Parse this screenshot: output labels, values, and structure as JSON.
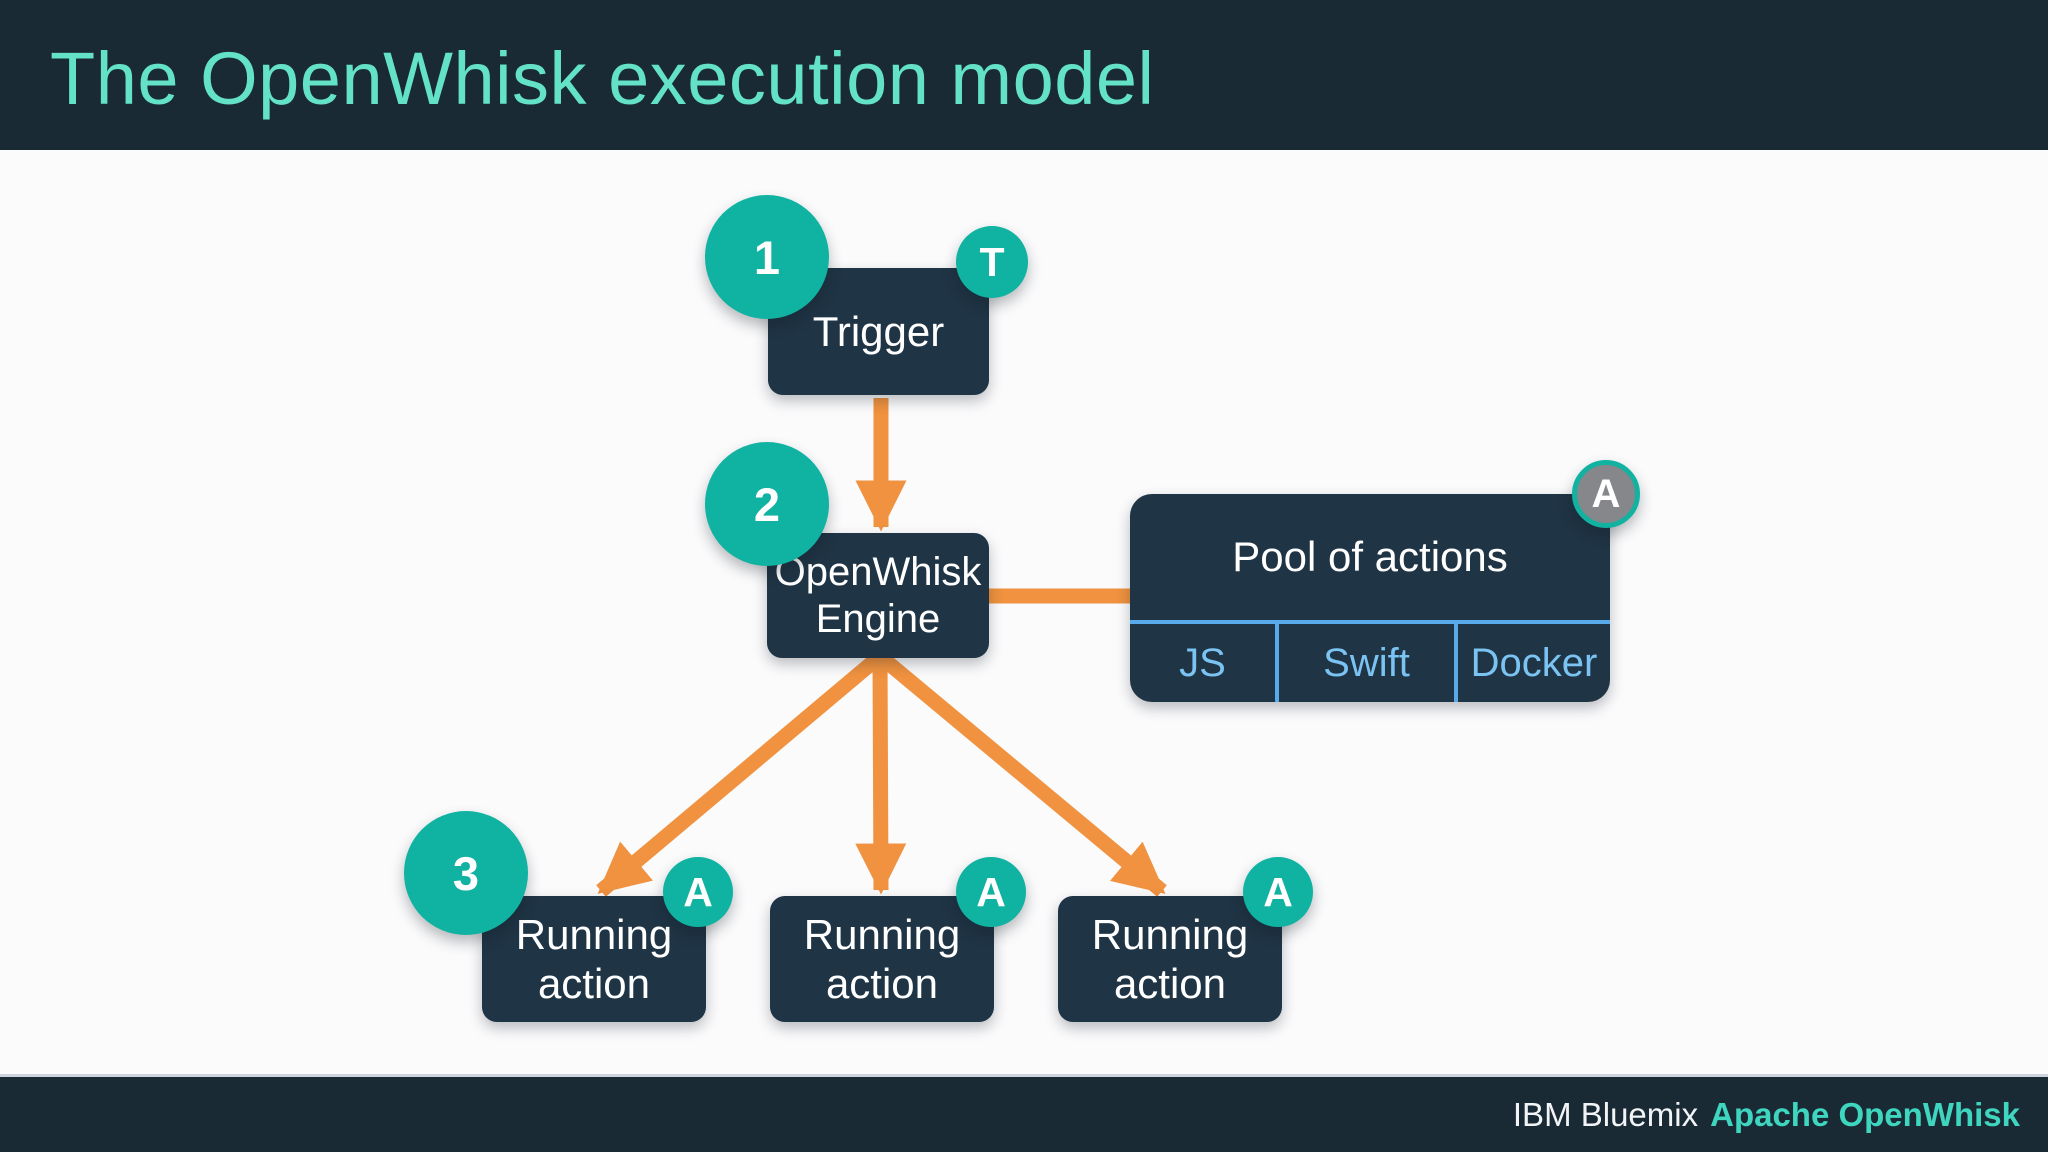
{
  "header": {
    "title": "The OpenWhisk execution model"
  },
  "footer": {
    "brand": "IBM Bluemix",
    "product": "Apache OpenWhisk"
  },
  "colors": {
    "bar_navy": "#1a2a35",
    "node_navy": "#1f3445",
    "teal_accent": "#10b2a1",
    "title_teal": "#63e2c7",
    "footer_teal": "#3fd6c0",
    "arrow_orange": "#f0923f",
    "divider_blue": "#58aaeb",
    "cell_text_blue": "#7ac3f2",
    "badge_gray": "#85878a",
    "content_bg": "#fbfbfc"
  },
  "diagram": {
    "step_badges": [
      "1",
      "2",
      "3"
    ],
    "trigger": {
      "label": "Trigger",
      "badge": "T"
    },
    "engine": {
      "line1": "OpenWhisk",
      "line2": "Engine"
    },
    "pool": {
      "title": "Pool of actions",
      "badge": "A",
      "cells": [
        "JS",
        "Swift",
        "Docker"
      ]
    },
    "running": [
      {
        "line1": "Running",
        "line2": "action",
        "badge": "A"
      },
      {
        "line1": "Running",
        "line2": "action",
        "badge": "A"
      },
      {
        "line1": "Running",
        "line2": "action",
        "badge": "A"
      }
    ]
  }
}
